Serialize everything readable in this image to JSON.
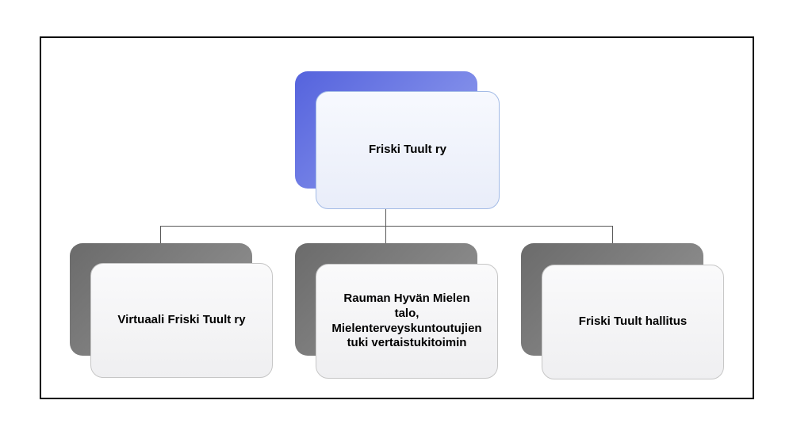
{
  "diagram": {
    "type": "org-chart",
    "root": {
      "label": "Friski Tuult ry"
    },
    "children": [
      {
        "label": "Virtuaali Friski Tuult ry"
      },
      {
        "label": "Rauman Hyvän Mielen\ntalo,\nMielenterveyskuntoutujien\ntuki vertaistukitoimin"
      },
      {
        "label": "Friski Tuult hallitus"
      }
    ],
    "colors": {
      "root_shadow": "#5d6bde",
      "root_fill": "#edf0fa",
      "root_border": "#a3bbe6",
      "child_shadow": "#7a7a7a",
      "child_fill": "#f2f2f3",
      "child_border": "#c6c6c6",
      "connector": "#595959",
      "frame_border": "#000000"
    }
  }
}
